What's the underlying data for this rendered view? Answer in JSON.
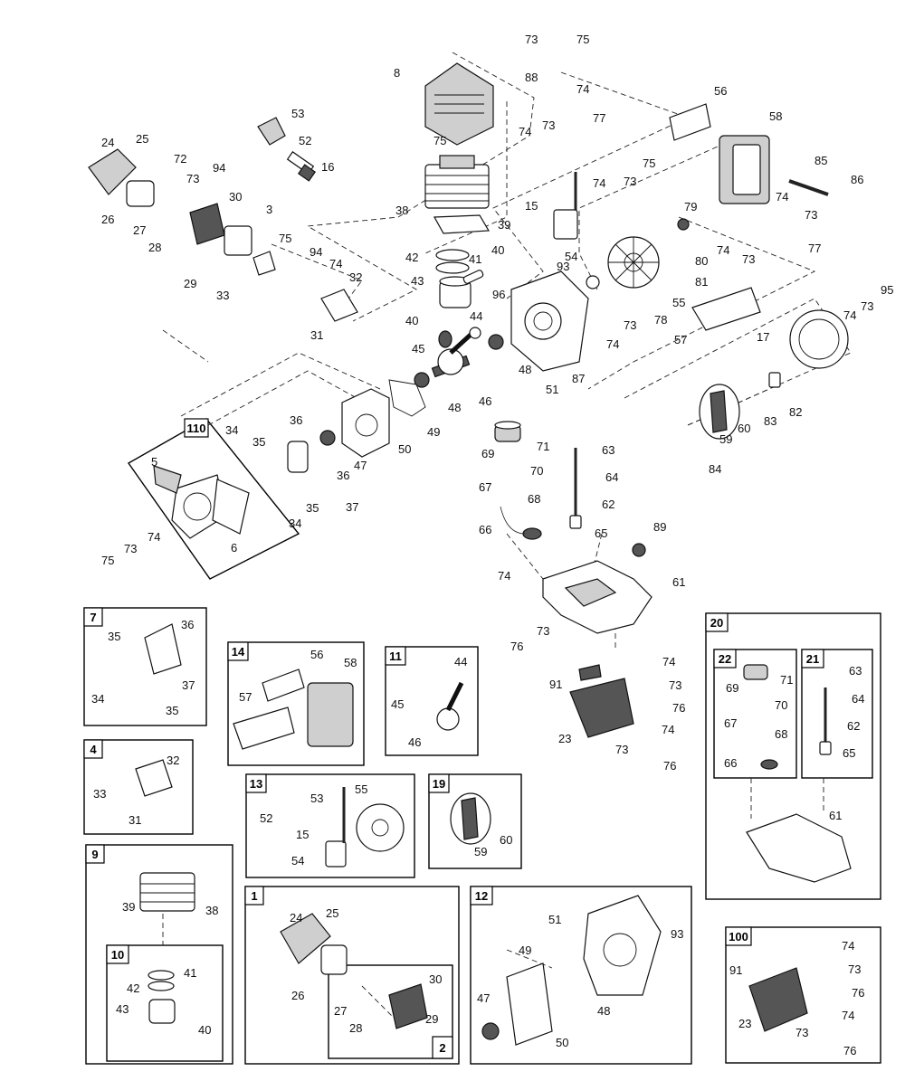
{
  "diagram": {
    "assemblies": [
      {
        "id": "asm-110",
        "label": "110"
      },
      {
        "id": "asm-7",
        "label": "7"
      },
      {
        "id": "asm-14",
        "label": "14"
      },
      {
        "id": "asm-11",
        "label": "11"
      },
      {
        "id": "asm-4",
        "label": "4"
      },
      {
        "id": "asm-13",
        "label": "13"
      },
      {
        "id": "asm-19",
        "label": "19"
      },
      {
        "id": "asm-9",
        "label": "9"
      },
      {
        "id": "asm-10",
        "label": "10"
      },
      {
        "id": "asm-1",
        "label": "1"
      },
      {
        "id": "asm-2",
        "label": "2"
      },
      {
        "id": "asm-12",
        "label": "12"
      },
      {
        "id": "asm-20",
        "label": "20"
      },
      {
        "id": "asm-22",
        "label": "22"
      },
      {
        "id": "asm-21",
        "label": "21"
      },
      {
        "id": "asm-100",
        "label": "100"
      }
    ],
    "callouts": [
      "73",
      "75",
      "88",
      "74",
      "8",
      "56",
      "58",
      "74",
      "73",
      "77",
      "75",
      "24",
      "25",
      "72",
      "73",
      "94",
      "53",
      "52",
      "16",
      "85",
      "86",
      "26",
      "27",
      "28",
      "30",
      "3",
      "38",
      "15",
      "74",
      "73",
      "75",
      "74",
      "73",
      "39",
      "79",
      "42",
      "40",
      "41",
      "54",
      "80",
      "81",
      "77",
      "29",
      "33",
      "75",
      "94",
      "74",
      "32",
      "43",
      "93",
      "55",
      "74",
      "73",
      "95",
      "31",
      "40",
      "96",
      "44",
      "78",
      "73",
      "74",
      "57",
      "17",
      "74",
      "73",
      "45",
      "48",
      "87",
      "51",
      "82",
      "46",
      "48",
      "83",
      "60",
      "59",
      "84",
      "110",
      "34",
      "36",
      "35",
      "47",
      "49",
      "50",
      "36",
      "37",
      "5",
      "35",
      "34",
      "6",
      "71",
      "69",
      "70",
      "63",
      "64",
      "67",
      "68",
      "62",
      "66",
      "65",
      "75",
      "73",
      "74",
      "89",
      "74",
      "73",
      "76",
      "61",
      "7",
      "36",
      "35",
      "37",
      "34",
      "35",
      "14",
      "56",
      "58",
      "57",
      "11",
      "44",
      "45",
      "46",
      "91",
      "74",
      "73",
      "76",
      "74",
      "73",
      "76",
      "23",
      "4",
      "32",
      "33",
      "31",
      "13",
      "53",
      "55",
      "52",
      "15",
      "54",
      "19",
      "59",
      "60",
      "9",
      "39",
      "38",
      "10",
      "42",
      "41",
      "43",
      "40",
      "1",
      "24",
      "25",
      "26",
      "30",
      "27",
      "28",
      "29",
      "2",
      "12",
      "51",
      "93",
      "49",
      "48",
      "47",
      "50",
      "20",
      "22",
      "71",
      "69",
      "70",
      "67",
      "68",
      "66",
      "21",
      "63",
      "64",
      "62",
      "65",
      "61",
      "100",
      "74",
      "91",
      "73",
      "76",
      "23",
      "74",
      "73",
      "76"
    ]
  }
}
